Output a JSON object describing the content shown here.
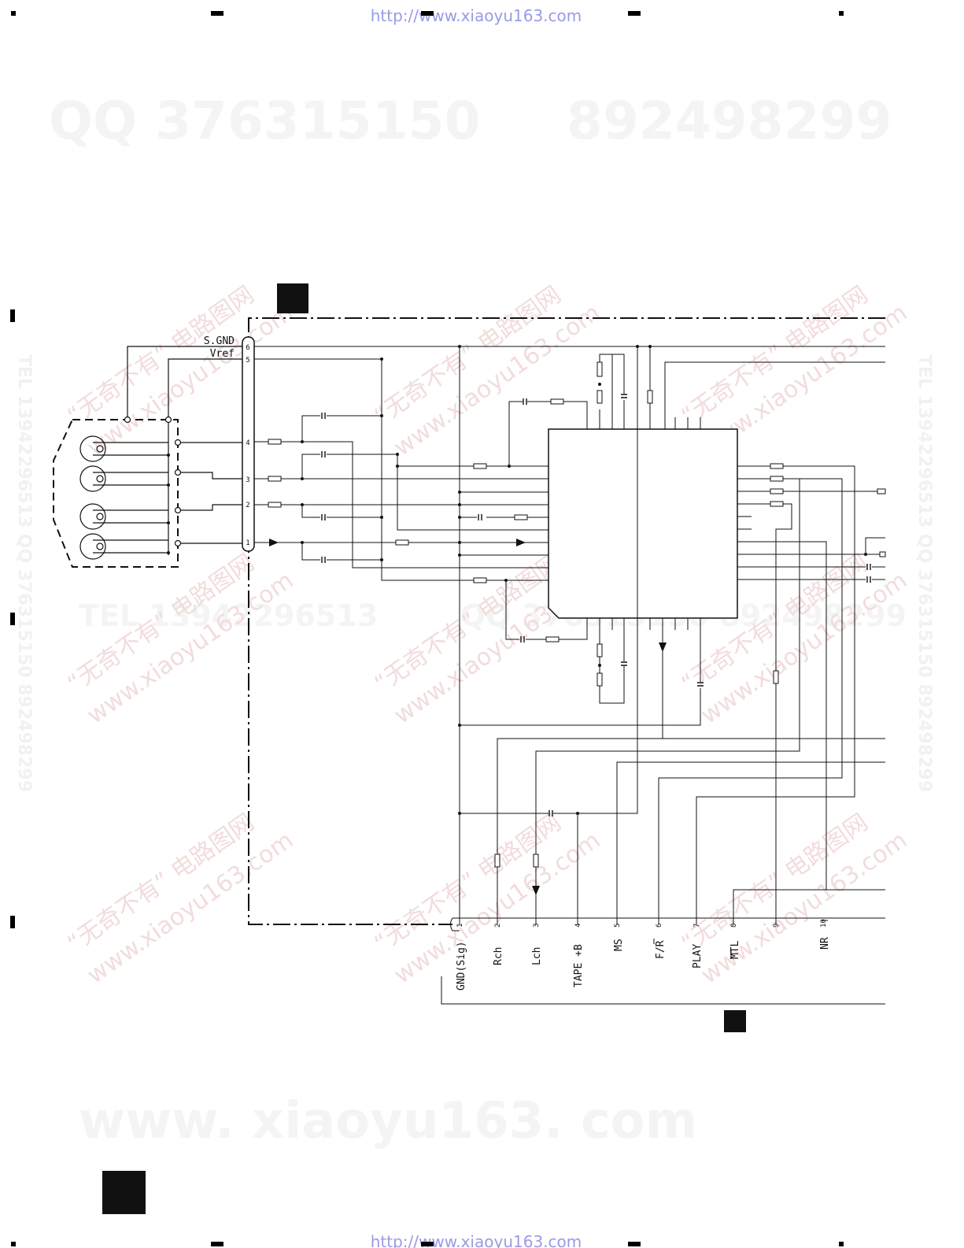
{
  "header": {
    "url": "http://www.xiaoyu163.com"
  },
  "footer": {
    "url": "http://www.xiaoyu163.com"
  },
  "watermarks": {
    "qq_left": "QQ 376315150",
    "qq_right": "892498299",
    "tel_mid": "TEL 13942296513",
    "qq_mid": "QQ 376315150  892498299",
    "site_big": "www. xiaoyu163. com",
    "diag_cn": "“无奇不有” 电路图网",
    "diag_url": "www.xiaoyu163.com",
    "side_left": "TEL 13942296513  QQ 376315150  892498299",
    "side_right": "TEL 13942296513  QQ 376315150  892498299"
  },
  "head_connector": {
    "pins": [
      {
        "num": "6",
        "label": "S.GND"
      },
      {
        "num": "5",
        "label": "Vref"
      },
      {
        "num": "4",
        "label": ""
      },
      {
        "num": "3",
        "label": ""
      },
      {
        "num": "2",
        "label": ""
      },
      {
        "num": "1",
        "label": ""
      }
    ]
  },
  "bottom_connector": {
    "pins": [
      {
        "num": "1",
        "label": "GND(Sig)"
      },
      {
        "num": "2",
        "label": "Rch"
      },
      {
        "num": "3",
        "label": "Lch"
      },
      {
        "num": "4",
        "label": "TAPE +B"
      },
      {
        "num": "5",
        "label": "MS"
      },
      {
        "num": "6",
        "label": "F/R"
      },
      {
        "num": "7",
        "label": "PLAY"
      },
      {
        "num": "8",
        "label": "MTL"
      },
      {
        "num": "9",
        "label": ""
      },
      {
        "num": "10",
        "label": "NR"
      }
    ]
  },
  "colors": {
    "ink": "#111111",
    "url": "#9a9ae8",
    "watermark": "#f4f4f4"
  }
}
